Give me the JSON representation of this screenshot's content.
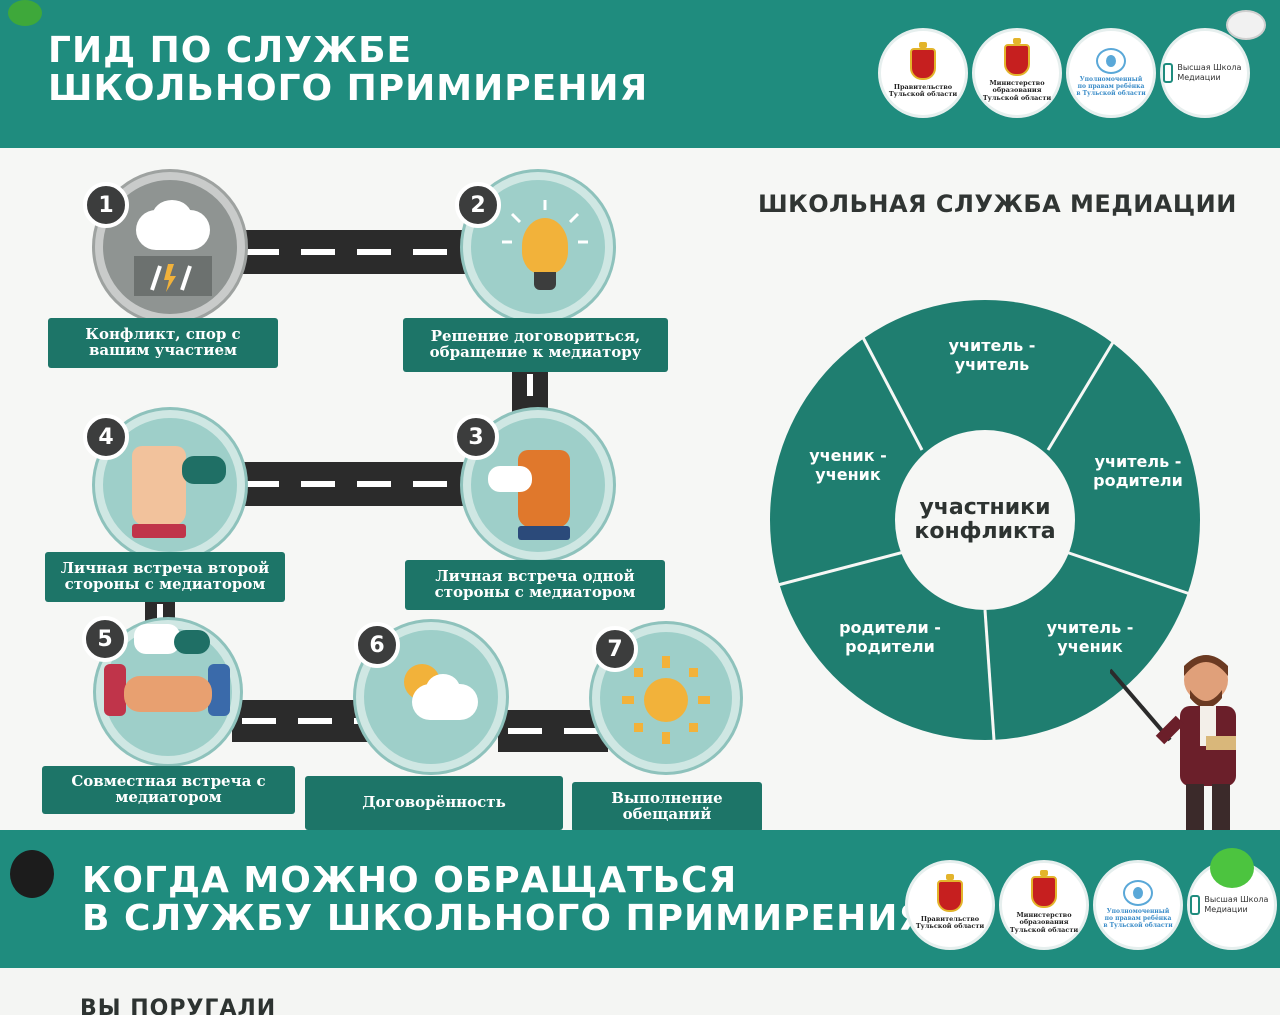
{
  "poster": {
    "title_line1": "ГИД ПО СЛУЖБЕ",
    "title_line2": "ШКОЛЬНОГО ПРИМИРЕНИЯ",
    "section_title": "ШКОЛЬНАЯ СЛУЖБА МЕДИАЦИИ"
  },
  "logos": {
    "gov": "Правительство Тульской области",
    "ministry": "Министерство образования Тульской области",
    "ombudsman": "Уполномоченный по правам ребёнка в Тульской области",
    "school": "Высшая Школа Медиации"
  },
  "steps": [
    {
      "number": "1",
      "label": "Конфликт, спор с вашим участием"
    },
    {
      "number": "2",
      "label": "Решение договориться, обращение к медиатору"
    },
    {
      "number": "3",
      "label": "Личная встреча одной стороны с медиатором"
    },
    {
      "number": "4",
      "label": "Личная встреча второй стороны с медиатором"
    },
    {
      "number": "5",
      "label": "Совместная встреча с медиатором"
    },
    {
      "number": "6",
      "label": "Договорённость"
    },
    {
      "number": "7",
      "label": "Выполнение обещаний"
    }
  ],
  "wheel": {
    "center": "участники конфликта",
    "sectors": [
      "учитель - учитель",
      "учитель - родители",
      "учитель - ученик",
      "родители - родители",
      "ученик - ученик"
    ]
  },
  "bottom": {
    "title_line1": "КОГДА МОЖНО ОБРАЩАТЬСЯ",
    "title_line2": "В СЛУЖБУ ШКОЛЬНОГО ПРИМИРЕНИЯ",
    "cut_text": "ВЫ ПОРУГАЛИ"
  },
  "colors": {
    "teal": "#1f8c7e",
    "dark_teal": "#1d7568",
    "circle": "#9ecfc9",
    "sun": "#f2b23a"
  }
}
